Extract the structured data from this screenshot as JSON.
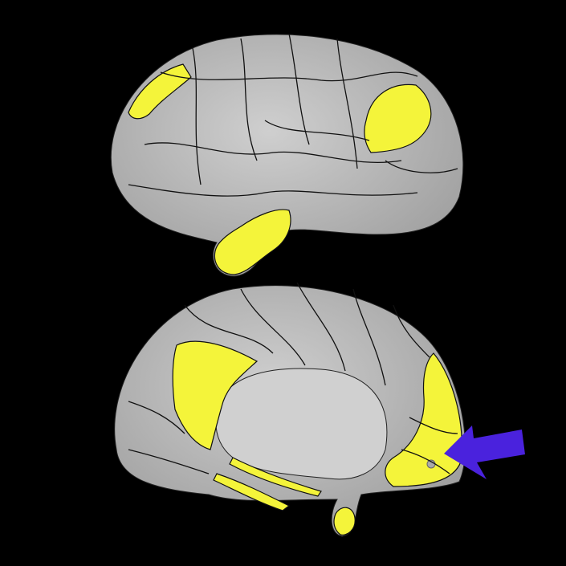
{
  "figure": {
    "views": [
      "lateral",
      "medial"
    ],
    "colors": {
      "background": "#000000",
      "cortex": "#c4c4c4",
      "cortex_shade": "#a8a8a8",
      "medial_wall": "#d0d0d0",
      "highlight": "#f4f43a",
      "parcel_border": "#111111",
      "arrow": "#4a22dd"
    },
    "arrow": {
      "direction": "left",
      "icon": "arrow-left-icon"
    }
  }
}
